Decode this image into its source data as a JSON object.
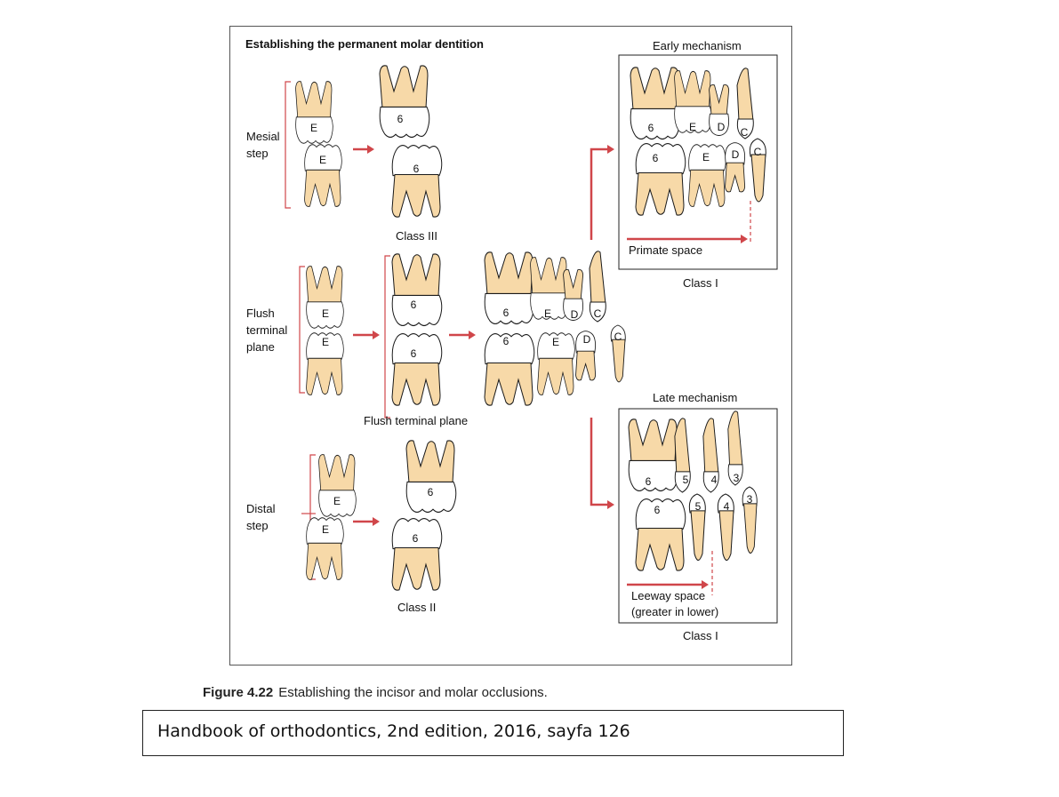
{
  "figure": {
    "title": "Establishing the permanent molar dentition",
    "rows": {
      "mesial": {
        "label_line1": "Mesial",
        "label_line2": "step"
      },
      "flush": {
        "label_line1": "Flush",
        "label_line2": "terminal",
        "label_line3": "plane"
      },
      "distal": {
        "label_line1": "Distal",
        "label_line2": "step"
      }
    },
    "results": {
      "class_iii": "Class III",
      "flush_plane": "Flush terminal plane",
      "class_ii": "Class II"
    },
    "early": {
      "heading": "Early mechanism",
      "space_label": "Primate space",
      "class_label": "Class I"
    },
    "late": {
      "heading": "Late mechanism",
      "space_label_line1": "Leeway space",
      "space_label_line2": "(greater in lower)",
      "class_label": "Class I"
    },
    "tooth_labels": {
      "E": "E",
      "six": "6",
      "D": "D",
      "C": "C",
      "five": "5",
      "four": "4",
      "three": "3"
    },
    "colors": {
      "arrow": "#d0464a",
      "root": "#f7d9a8",
      "crown": "#ffffff"
    }
  },
  "caption": {
    "label": "Figure 4.22",
    "text": "Establishing the incisor and molar occlusions."
  },
  "source": {
    "text": "Handbook of orthodontics, 2nd edition, 2016, sayfa 126"
  }
}
